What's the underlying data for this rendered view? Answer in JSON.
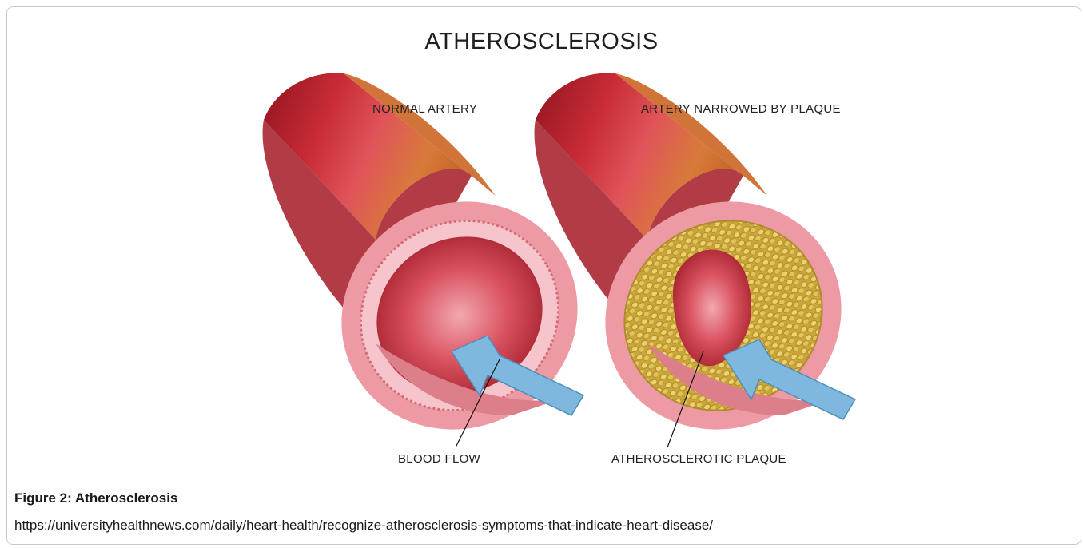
{
  "figure": {
    "title": "ATHEROSCLEROSIS",
    "labels": {
      "normal_artery": "NORMAL ARTERY",
      "narrowed_artery": "ARTERY NARROWED BY PLAQUE",
      "blood_flow": "BLOOD FLOW",
      "plaque": "ATHEROSCLEROTIC PLAQUE"
    }
  },
  "caption": {
    "title": "Figure 2: Atherosclerosis",
    "source_url": "https://universityhealthnews.com/daily/heart-health/recognize-atherosclerosis-symptoms-that-indicate-heart-disease/"
  },
  "colors": {
    "artery_outer": "#b5212b",
    "artery_inner": "#e88f99",
    "plaque": "#d9b94a",
    "arrow": "#7fb8de"
  }
}
